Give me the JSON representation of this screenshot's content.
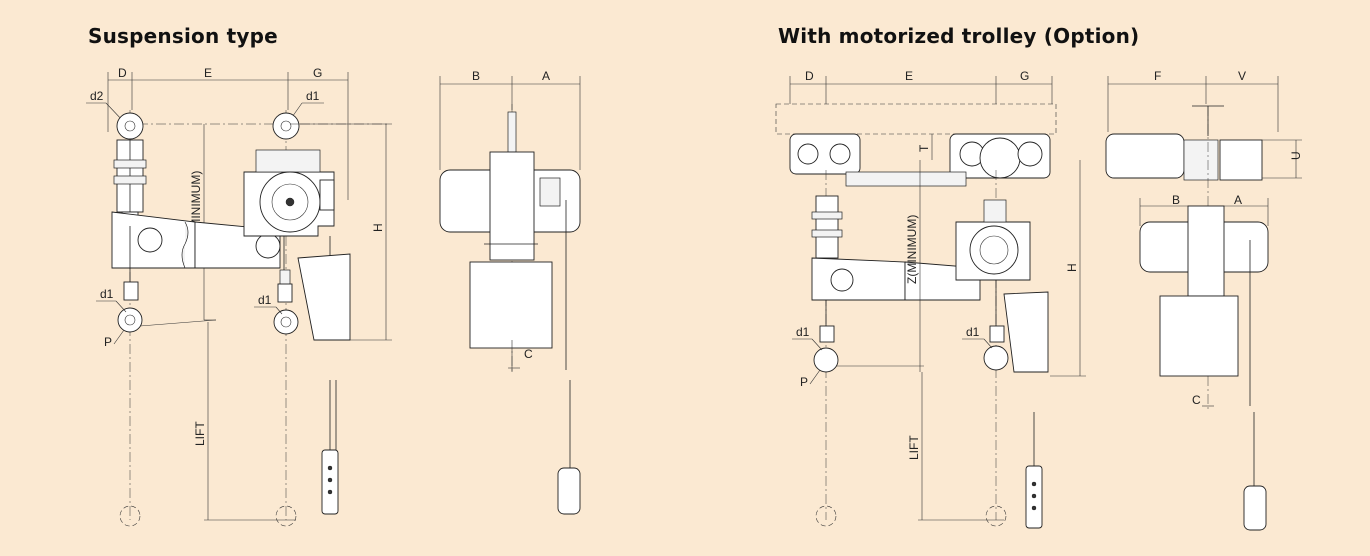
{
  "titles": {
    "suspension": "Suspension type",
    "trolley": "With motorized trolley (Option)"
  },
  "labels": {
    "D": "D",
    "E": "E",
    "G": "G",
    "B": "B",
    "A": "A",
    "C": "C",
    "F": "F",
    "V": "V",
    "U": "U",
    "T": "T",
    "d1": "d1",
    "d2": "d2",
    "P": "P",
    "H": "H",
    "Z": "Z(MINIMUM)",
    "LIFT": "LIFT"
  }
}
